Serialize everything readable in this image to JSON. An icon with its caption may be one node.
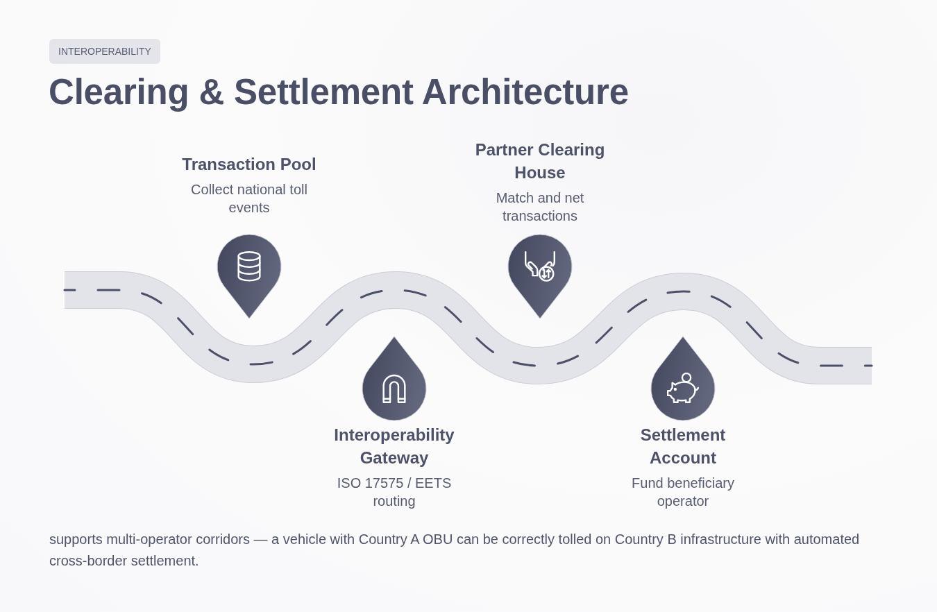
{
  "diagram": {
    "title": "Clearing & Settlement Architecture",
    "caption": "supports multi-operator corridors — a vehicle with Country A OBU can be correctly tolled on Country B infrastructure with automated cross-border settlement.",
    "nodes": [
      {
        "text": [
          "Transaction Pool",
          "Collect national toll events"
        ]
      },
      {
        "text": [
          "Interoperability Gateway",
          "ISO 17575 / EETS routing"
        ]
      },
      {
        "text": [
          "Partner Clearing House",
          "Match and net transactions"
        ]
      },
      {
        "text": [
          "Settlement Account",
          "Fund beneficiary operator"
        ]
      }
    ],
    "labels": [
      "INTEROPERABILITY"
    ]
  }
}
